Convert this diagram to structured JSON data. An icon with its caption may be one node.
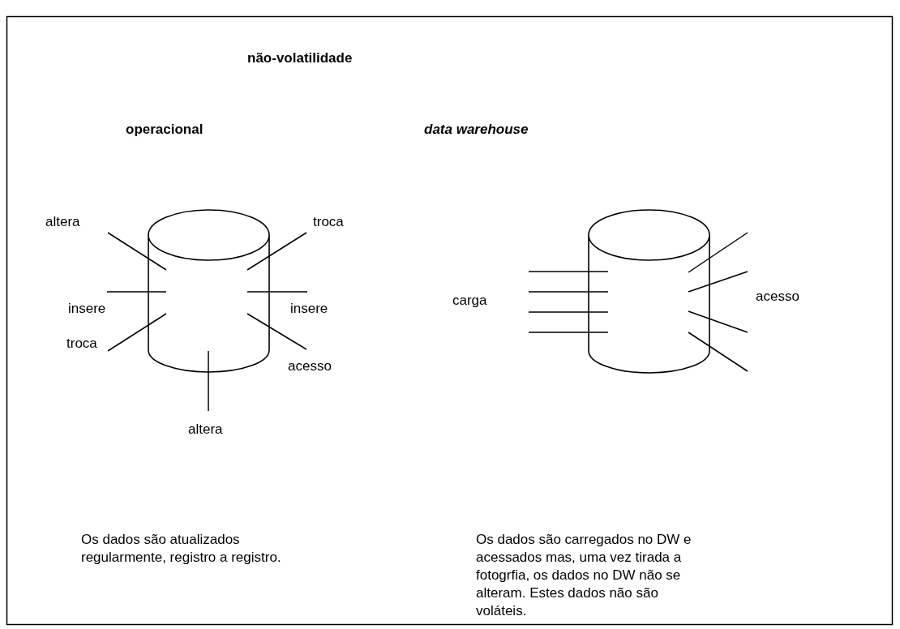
{
  "diagram": {
    "title": "não-volatilidade",
    "nodes": [
      {
        "text": [],
        "shape": "cylinder"
      },
      {
        "text": [],
        "shape": "cylinder"
      }
    ],
    "edges": [
      {
        "from": null,
        "to": 0,
        "arrow": "none"
      },
      {
        "from": null,
        "to": 0,
        "arrow": "none"
      },
      {
        "from": null,
        "to": 0,
        "arrow": "none"
      },
      {
        "from": null,
        "to": 0,
        "arrow": "none"
      },
      {
        "from": null,
        "to": 0,
        "arrow": "none"
      },
      {
        "from": null,
        "to": 0,
        "arrow": "none"
      },
      {
        "from": null,
        "to": 0,
        "arrow": "none"
      },
      {
        "from": null,
        "to": 1,
        "arrow": "none"
      },
      {
        "from": null,
        "to": 1,
        "arrow": "none"
      },
      {
        "from": null,
        "to": 1,
        "arrow": "none"
      },
      {
        "from": null,
        "to": 1,
        "arrow": "none"
      },
      {
        "from": null,
        "to": 1,
        "arrow": "none"
      },
      {
        "from": null,
        "to": 1,
        "arrow": "none"
      },
      {
        "from": null,
        "to": 1,
        "arrow": "none"
      },
      {
        "from": null,
        "to": 1,
        "arrow": "none"
      }
    ],
    "labels": [
      "operacional",
      "data warehouse",
      "altera",
      "troca",
      "insere",
      "insere",
      "carga",
      "acesso",
      "troca",
      "acesso",
      "altera",
      "Os dados são atualizados regularmente, registro a registro.",
      "Os dados são carregados no DW e acessados mas, uma vez tirada a fotogrfia, os dados no DW não se alteram. Estes dados não são voláteis."
    ]
  }
}
